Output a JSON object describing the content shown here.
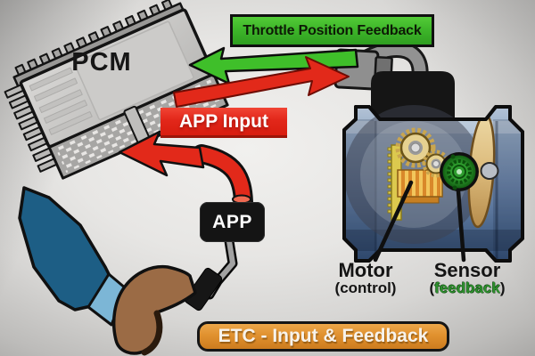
{
  "diagram": {
    "pcm_label": "PCM",
    "throttle_feedback_banner": "Throttle Position Feedback",
    "app_input_banner": "APP Input",
    "app_pedal_label": "APP",
    "motor_label": "Motor",
    "motor_sublabel": "(control)",
    "sensor_label": "Sensor",
    "sensor_sub_prefix": "(",
    "sensor_sub_word": "feedback",
    "sensor_sub_suffix": ")",
    "footer_banner": "ETC - Input & Feedback"
  },
  "arrows": [
    {
      "name": "throttle-position-feedback-arrow",
      "color_key": "feedback_green",
      "from": "throttle-body-sensor-connector",
      "to": "pcm"
    },
    {
      "name": "motor-control-arrow",
      "color_key": "input_red",
      "from": "pcm",
      "to": "throttle-body-connector"
    },
    {
      "name": "app-input-arrow",
      "color_key": "input_red",
      "from": "app-pedal",
      "to": "pcm"
    }
  ],
  "colors": {
    "feedback_green": "#3fbf2a",
    "input_red": "#e2291a",
    "banner_orange": "#e0912f",
    "sensor_text_green": "#2e8f2e",
    "throttle_body_blue": "#7b94b4",
    "pcm_gray": "#c8c7c5"
  }
}
